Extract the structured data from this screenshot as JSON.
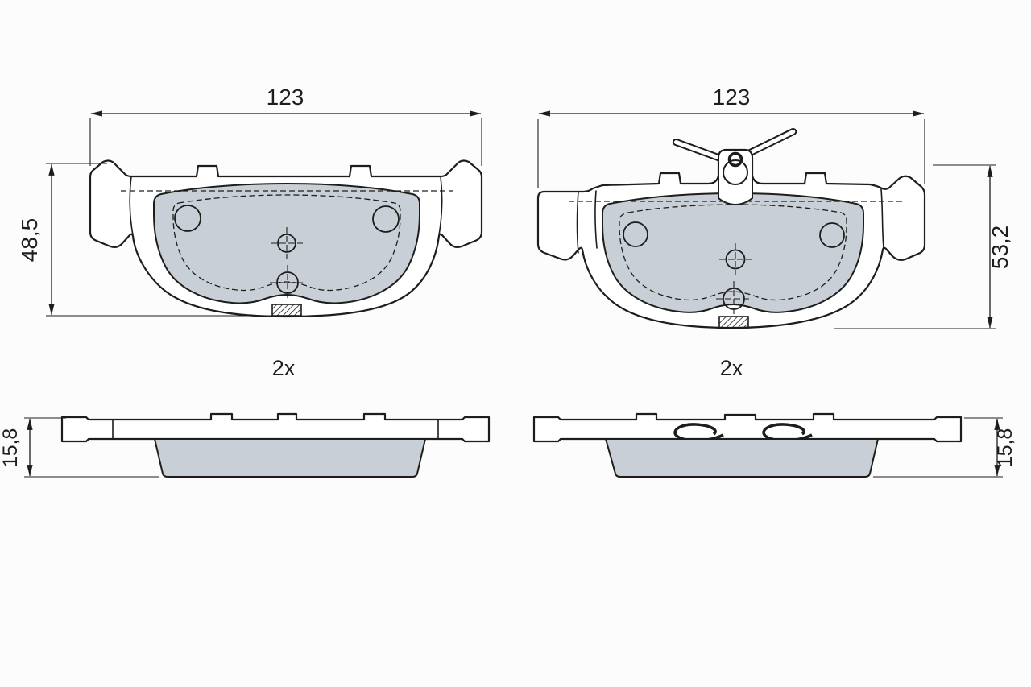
{
  "colors": {
    "line": "#1d1d1b",
    "friction_fill": "#c8cfd6",
    "background": "#fcfcfc"
  },
  "views": {
    "front_left": {
      "width_label": "123",
      "height_label": "48,5",
      "quantity_label": "2x"
    },
    "front_right": {
      "width_label": "123",
      "height_label": "53,2",
      "quantity_label": "2x"
    },
    "side_left": {
      "thickness_label": "15,8"
    },
    "side_right": {
      "thickness_label": "15,8"
    }
  }
}
